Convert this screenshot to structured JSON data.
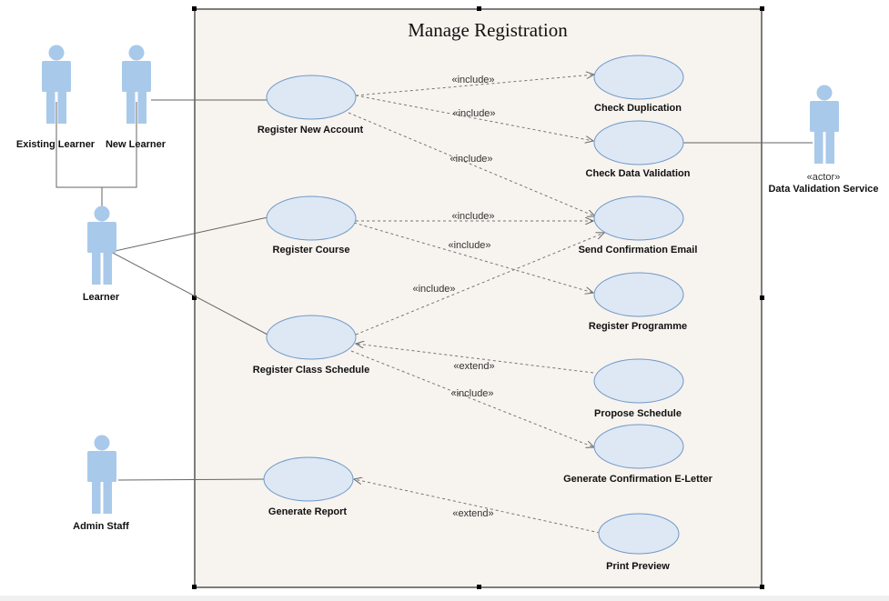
{
  "system": {
    "title": "Manage Registration"
  },
  "actors": [
    {
      "id": "existing",
      "label": "Existing Learner"
    },
    {
      "id": "new",
      "label": "New Learner"
    },
    {
      "id": "learner",
      "label": "Learner"
    },
    {
      "id": "admin",
      "label": "Admin Staff"
    },
    {
      "id": "dvs",
      "label": "Data Validation Service",
      "stereotype": "«actor»"
    }
  ],
  "use_cases": [
    {
      "id": "rna",
      "label": "Register New Account"
    },
    {
      "id": "rc",
      "label": "Register Course"
    },
    {
      "id": "rcs",
      "label": "Register Class Schedule"
    },
    {
      "id": "gr",
      "label": "Generate Report"
    },
    {
      "id": "cd",
      "label": "Check Duplication"
    },
    {
      "id": "cdv",
      "label": "Check Data Validation"
    },
    {
      "id": "sce",
      "label": "Send Confirmation Email"
    },
    {
      "id": "rp",
      "label": "Register Programme"
    },
    {
      "id": "ps",
      "label": "Propose Schedule"
    },
    {
      "id": "gcl",
      "label": "Generate Confirmation E-Letter"
    },
    {
      "id": "pp",
      "label": "Print Preview"
    }
  ],
  "relations": [
    {
      "from": "rna",
      "to": "cd",
      "label": "«include»"
    },
    {
      "from": "rna",
      "to": "cdv",
      "label": "«include»"
    },
    {
      "from": "rna",
      "to": "sce",
      "label": "«include»"
    },
    {
      "from": "rc",
      "to": "sce",
      "label": "«include»"
    },
    {
      "from": "rc",
      "to": "rp",
      "label": "«include»"
    },
    {
      "from": "rcs",
      "to": "sce",
      "label": "«include»"
    },
    {
      "from": "ps",
      "to": "rcs",
      "label": "«extend»"
    },
    {
      "from": "rcs",
      "to": "gcl",
      "label": "«include»"
    },
    {
      "from": "pp",
      "to": "gr",
      "label": "«extend»"
    }
  ],
  "colors": {
    "system_fill": "#f7f3ee",
    "usecase_fill": "#dde8f4",
    "usecase_stroke": "#6e98c8",
    "actor_fill": "#a9c9ea",
    "line": "#666666"
  }
}
